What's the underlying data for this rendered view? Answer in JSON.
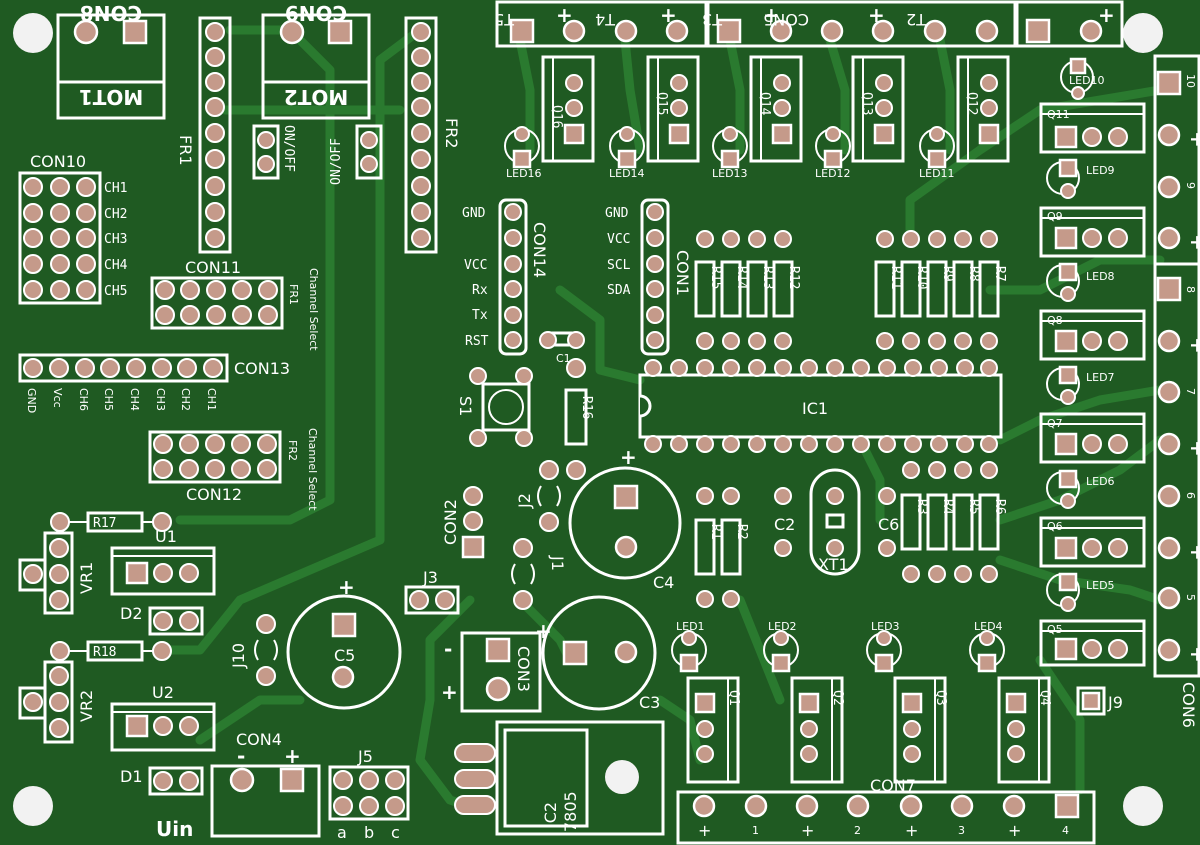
{
  "board": {
    "background_color": "#1f5a22",
    "trace_color": "#2a7a2f",
    "pad_color": "#c59a8a",
    "silk_color": "#ffffff"
  },
  "labels": {
    "con8": "CON8",
    "con9": "CON9",
    "mot1": "MOT1",
    "mot2": "MOT2",
    "fr1": "FR1",
    "fr2": "FR2",
    "on_off_1": "ON/OFF",
    "on_off_2": "ON/OFF",
    "con10": "CON10",
    "ch1": "CH1",
    "ch2": "CH2",
    "ch3": "CH3",
    "ch4": "CH4",
    "ch5": "CH5",
    "con11": "CON11",
    "con11_side": "FR1",
    "channel_select_1": "Channel Select",
    "con13": "CON13",
    "con13_pins": [
      "GND",
      "Vcc",
      "CH6",
      "CH5",
      "CH4",
      "CH3",
      "CH2",
      "CH1"
    ],
    "con12": "CON12",
    "con12_side": "FR2",
    "channel_select_2": "Channel Select",
    "r17": "R17",
    "u1": "U1",
    "vr1": "VR1",
    "d2": "D2",
    "r18": "R18",
    "vr2": "VR2",
    "u2": "U2",
    "d1": "D1",
    "con4": "CON4",
    "con4_minus": "-",
    "con4_plus": "+",
    "uin": "Uin",
    "j5": "J5",
    "j5_pins": [
      "a",
      "b",
      "c"
    ],
    "j10": "J10",
    "c5": "C5",
    "c5_plus": "+",
    "j3": "J3",
    "con2": "CON2",
    "con3": "CON3",
    "con3_minus": "-",
    "con3_plus": "+",
    "ic2": "IC2",
    "ic2_part": "7805",
    "c3": "C3",
    "c3_plus": "+",
    "j1": "J1",
    "j2": "J2",
    "c4": "C4",
    "c4_plus": "+",
    "s1": "S1",
    "r16": "R16",
    "c1": "C1",
    "con14": "CON14",
    "con14_pins": [
      "GND",
      "VCC",
      "Rx",
      "Tx",
      "RST"
    ],
    "con1": "CON1",
    "con1_pins": [
      "GND",
      "VCC",
      "SCL",
      "SDA"
    ],
    "ic1": "IC1",
    "xt1": "XT1",
    "c2": "C2",
    "c6": "C6",
    "r1": "R1",
    "r2": "R2",
    "r3": "R3",
    "r4": "R4",
    "r5": "R5",
    "r6": "R6",
    "r7": "R7",
    "r8": "R8",
    "r9": "R9",
    "r10": "R10",
    "r11": "R11",
    "r12": "R12",
    "r13": "R13",
    "r14": "R14",
    "r15": "R15",
    "top_con": "CON5",
    "top_con_labels": [
      "T5",
      "+",
      "T4",
      "+",
      "T3",
      "+",
      "T2",
      "+",
      "+"
    ],
    "q_top": [
      "Q16",
      "Q15",
      "Q14",
      "Q13",
      "Q12"
    ],
    "led_top": [
      "LED16",
      "LED14",
      "LED13",
      "LED12",
      "LED11"
    ],
    "led10": "LED10",
    "q11": "Q11",
    "led9": "LED9",
    "q9": "Q9",
    "led8": "LED8",
    "q8": "Q8",
    "led7": "LED7",
    "q7": "Q7",
    "led6": "LED6",
    "q6": "Q6",
    "led5": "LED5",
    "q5": "Q5",
    "con6": "CON6",
    "con6_labels": [
      "10",
      "+",
      "9",
      "+",
      "8",
      "+",
      "7",
      "+",
      "6",
      "+",
      "5",
      "+"
    ],
    "led_bottom": [
      "LED1",
      "LED2",
      "LED3",
      "LED4"
    ],
    "q_bottom": [
      "Q1",
      "Q2",
      "Q3",
      "Q4"
    ],
    "j9": "J9",
    "con7": "CON7",
    "con7_labels": [
      "+",
      "1",
      "+",
      "2",
      "+",
      "3",
      "+",
      "4"
    ]
  }
}
